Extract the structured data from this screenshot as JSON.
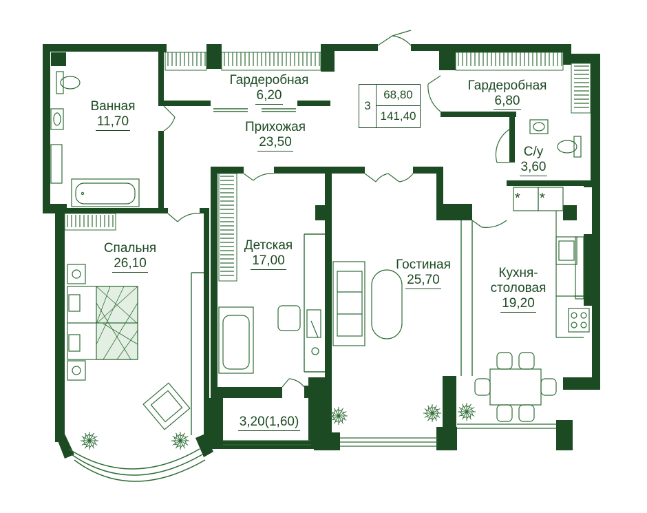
{
  "colors": {
    "wall": "#1c4a22",
    "line": "#2e6b35",
    "text": "#1c4a22"
  },
  "summary": {
    "rooms": "3",
    "living_area": "68,80",
    "total_area": "141,40"
  },
  "rooms": {
    "bathroom": {
      "name": "Ванная",
      "area": "11,70"
    },
    "wardrobe1": {
      "name": "Гардеробная",
      "area": "6,20"
    },
    "hallway": {
      "name": "Прихожая",
      "area": "23,50"
    },
    "wardrobe2": {
      "name": "Гардеробная",
      "area": "6,80"
    },
    "wc": {
      "name": "С/у",
      "area": "3,60"
    },
    "bedroom": {
      "name": "Спальня",
      "area": "26,10"
    },
    "nursery": {
      "name": "Детская",
      "area": "17,00"
    },
    "living": {
      "name": "Гостиная",
      "area": "25,70"
    },
    "kitchen": {
      "name1": "Кухня-",
      "name2": "столовая",
      "area": "19,20"
    },
    "loggia": {
      "area": "3,20(1,60)"
    }
  },
  "icons": [
    "toilet-icon",
    "sink-icon",
    "bathtub-icon",
    "bed-icon",
    "armchair-icon",
    "sofa-icon",
    "coffee-table-icon",
    "desk-chair-icon",
    "dining-table-icon",
    "stove-icon",
    "plant-icon",
    "wardrobe-icon",
    "door-swing-icon"
  ]
}
